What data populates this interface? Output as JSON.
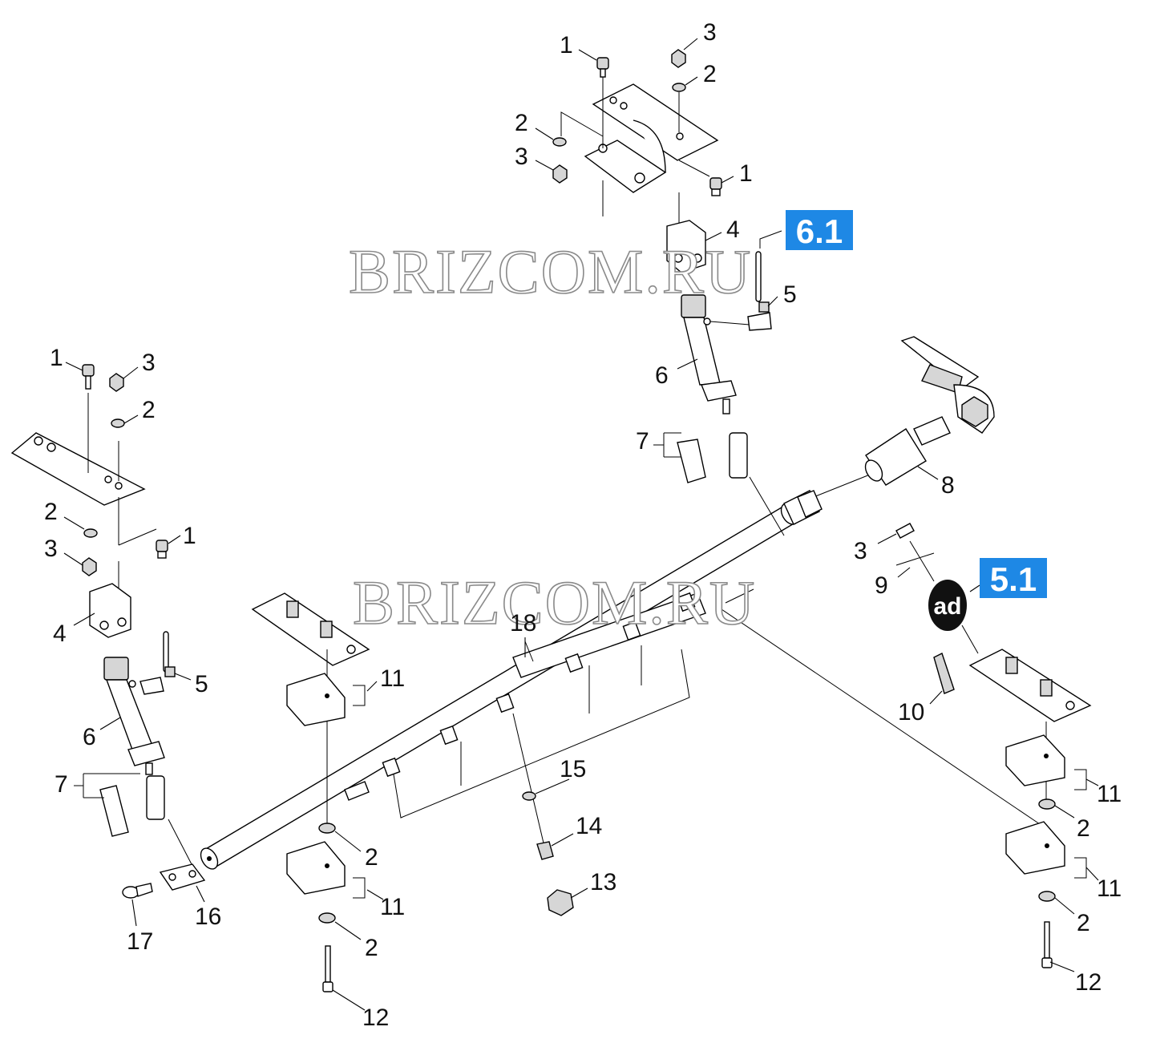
{
  "watermark": "BRIZCOM.RU",
  "reference_boxes": [
    "6.1",
    "5.1"
  ],
  "adhesive_symbol": "ad",
  "callouts": {
    "top": [
      "1",
      "3",
      "2",
      "2",
      "3",
      "1",
      "4",
      "5",
      "6",
      "7",
      "8"
    ],
    "left": [
      "1",
      "3",
      "2",
      "2",
      "3",
      "1",
      "4",
      "5",
      "6",
      "7",
      "16",
      "17"
    ],
    "center": [
      "18",
      "11",
      "2",
      "11",
      "2",
      "12",
      "15",
      "14",
      "13"
    ],
    "right": [
      "3",
      "9",
      "10",
      "11",
      "2",
      "11",
      "2",
      "12"
    ]
  },
  "colors": {
    "reference_box": "#1e88e5",
    "line": "#000000",
    "background": "#ffffff"
  }
}
